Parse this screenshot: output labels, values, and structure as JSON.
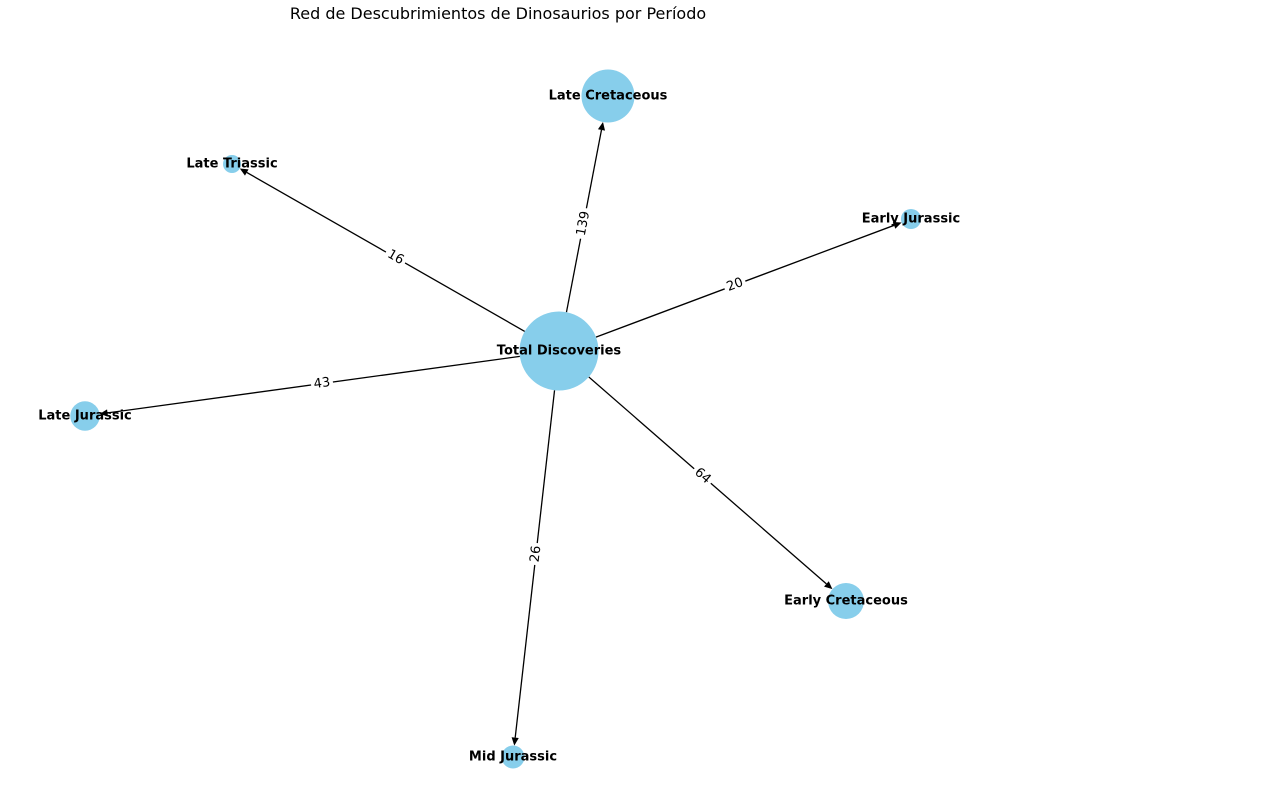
{
  "title": "Red de Descubrimientos de Dinosaurios por Período",
  "colors": {
    "node": "#87ceeb",
    "edge": "#000000",
    "text": "#000000",
    "background": "#ffffff"
  },
  "nodes": [
    {
      "id": "total",
      "label": "Total Discoveries",
      "value": 308
    },
    {
      "id": "late_cretaceous",
      "label": "Late Cretaceous",
      "value": 139
    },
    {
      "id": "late_triassic",
      "label": "Late Triassic",
      "value": 16
    },
    {
      "id": "early_jurassic",
      "label": "Early Jurassic",
      "value": 20
    },
    {
      "id": "late_jurassic",
      "label": "Late Jurassic",
      "value": 43
    },
    {
      "id": "early_cretaceous",
      "label": "Early Cretaceous",
      "value": 64
    },
    {
      "id": "mid_jurassic",
      "label": "Mid Jurassic",
      "value": 26
    }
  ],
  "edges": [
    {
      "source": "total",
      "target": "late_cretaceous",
      "label": "139"
    },
    {
      "source": "total",
      "target": "late_triassic",
      "label": "16"
    },
    {
      "source": "total",
      "target": "early_jurassic",
      "label": "20"
    },
    {
      "source": "total",
      "target": "late_jurassic",
      "label": "43"
    },
    {
      "source": "total",
      "target": "early_cretaceous",
      "label": "64"
    },
    {
      "source": "total",
      "target": "mid_jurassic",
      "label": "26"
    }
  ]
}
